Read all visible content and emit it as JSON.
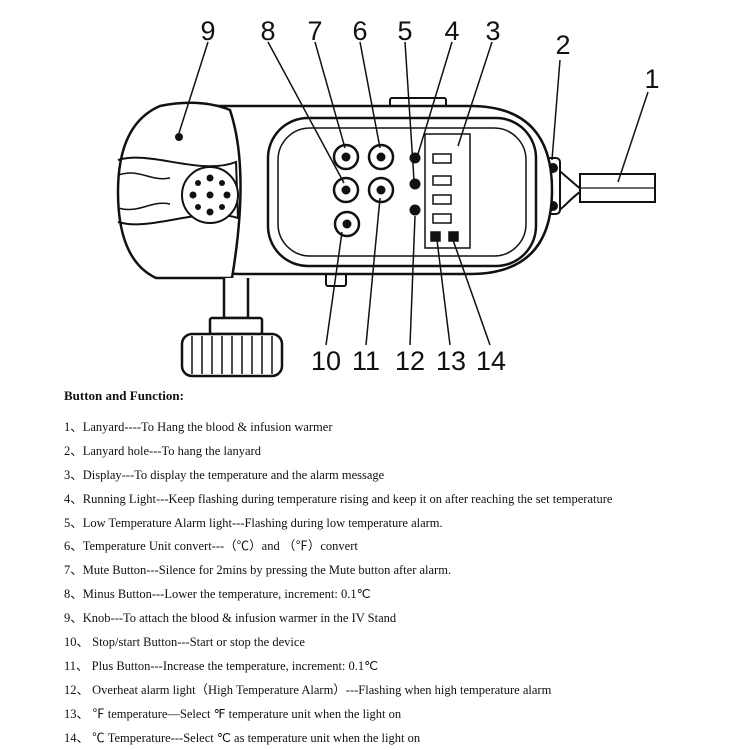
{
  "callouts": [
    "1",
    "2",
    "3",
    "4",
    "5",
    "6",
    "7",
    "8",
    "9",
    "10",
    "11",
    "12",
    "13",
    "14"
  ],
  "legend": {
    "title": "Button and Function:",
    "items": [
      "1、Lanyard----To Hang the blood & infusion warmer",
      "2、Lanyard hole---To hang the lanyard",
      "3、Display---To display the temperature and the alarm message",
      "4、Running Light---Keep flashing during temperature rising and keep it on after reaching the set temperature",
      "5、Low Temperature Alarm light---Flashing during low temperature alarm.",
      "6、Temperature Unit convert---（℃）and （℉）convert",
      "7、Mute Button---Silence for 2mins by pressing the Mute button after alarm.",
      "8、Minus Button---Lower the temperature, increment: 0.1℃",
      "9、Knob---To attach the blood & infusion warmer in the IV Stand",
      "10、 Stop/start Button---Start or stop the device",
      "11、 Plus Button---Increase the temperature, increment: 0.1℃",
      "12、 Overheat alarm light（High Temperature Alarm）---Flashing when high temperature alarm",
      "13、 ℉ temperature—Select ℉ temperature unit when the light on",
      "14、 ℃ Temperature---Select ℃ as temperature unit when the light on"
    ]
  }
}
